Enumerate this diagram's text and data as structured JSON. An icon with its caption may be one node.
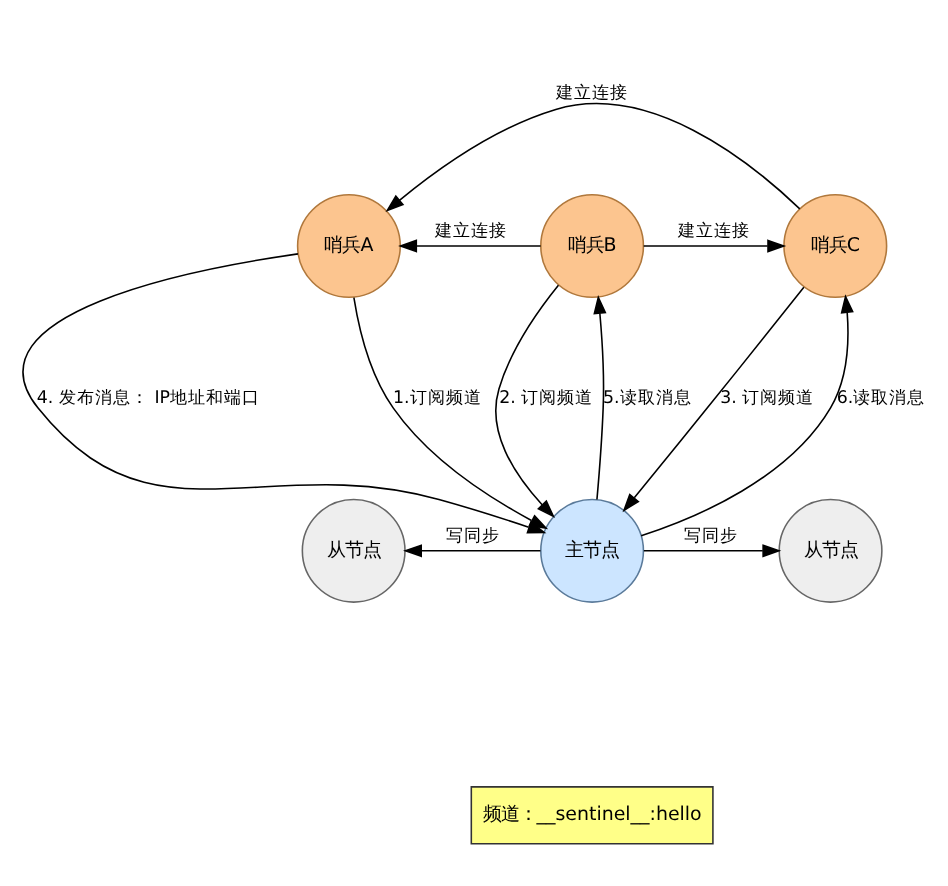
{
  "diagram": {
    "nodes": [
      {
        "text": [
          "哨兵A"
        ]
      },
      {
        "text": [
          "哨兵B"
        ]
      },
      {
        "text": [
          "哨兵C"
        ]
      },
      {
        "text": [
          "从节点"
        ]
      },
      {
        "text": [
          "主节点"
        ]
      },
      {
        "text": [
          "从节点"
        ]
      },
      {
        "text": [
          "频道：__sentinel__:hello"
        ]
      }
    ],
    "edges": [
      {
        "from": 2,
        "to": 0,
        "arrow": "to",
        "label": "建立连接"
      },
      {
        "from": 1,
        "to": 0,
        "arrow": "to",
        "label": "建立连接"
      },
      {
        "from": 1,
        "to": 2,
        "arrow": "to",
        "label": "建立连接"
      },
      {
        "from": 0,
        "to": 4,
        "arrow": "to",
        "label": "4. 发布消息： IP地址和端口"
      },
      {
        "from": 0,
        "to": 4,
        "arrow": "to",
        "label": "1.订阅频道"
      },
      {
        "from": 1,
        "to": 4,
        "arrow": "to",
        "label": "2. 订阅频道"
      },
      {
        "from": 4,
        "to": 1,
        "arrow": "to",
        "label": "5.读取消息"
      },
      {
        "from": 2,
        "to": 4,
        "arrow": "to",
        "label": "3. 订阅频道"
      },
      {
        "from": 4,
        "to": 2,
        "arrow": "to",
        "label": "6.读取消息"
      },
      {
        "from": 4,
        "to": 3,
        "arrow": "to",
        "label": "写同步"
      },
      {
        "from": 4,
        "to": 5,
        "arrow": "to",
        "label": "写同步"
      }
    ]
  }
}
